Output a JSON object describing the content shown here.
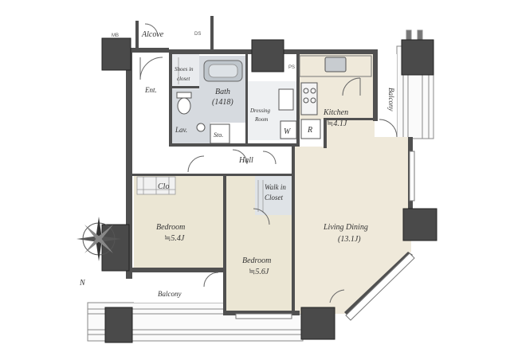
{
  "labels": {
    "mb": "MB",
    "alcove": "Alcove",
    "ds": "DS",
    "ps": "PS",
    "ent": "Ent.",
    "shoes1": "Shoes in",
    "shoes2": "closet",
    "bath": "Bath",
    "bath_size": "(1418)",
    "dressing1": "Dressing",
    "dressing2": "Room",
    "lav": "Lav.",
    "sto": "Sto.",
    "w": "W",
    "r": "R",
    "kitchen": "Kitchen",
    "kitchen_size": "≒4.1J",
    "balcony_right": "Balcony",
    "hall": "Hall",
    "clo": "Clo",
    "walkin1": "Walk in",
    "walkin2": "Closet",
    "bedroom1": "Bedroom",
    "bedroom1_size": "≒5.4J",
    "bedroom2": "Bedroom",
    "bedroom2_size": "≒5.6J",
    "living": "Living Dining",
    "living_size": "(13.1J)",
    "balcony_bottom": "Balcony",
    "north": "N"
  },
  "colors": {
    "wall": "#505050",
    "floor_wood": "#efe9da",
    "floor_room": "#ebe6d4",
    "floor_wet": "#d6dadf",
    "floor_hall": "#ffffff",
    "pillar": "#4a4a4a",
    "text": "#333333"
  },
  "icons": [
    "compass-rose-icon",
    "bathtub-icon",
    "toilet-icon",
    "sink-icon",
    "stove-icon",
    "door-swing-icon"
  ]
}
